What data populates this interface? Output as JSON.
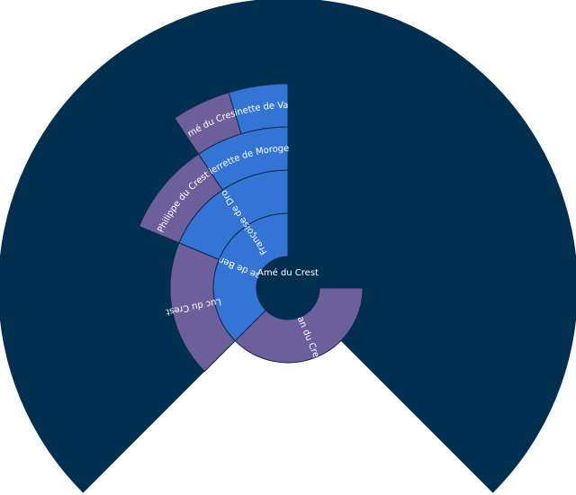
{
  "chart_data": {
    "type": "sunburst",
    "colors": {
      "background": "#012f4f",
      "male": "#6c5f9c",
      "female": "#3374d4",
      "root": "#012f4f"
    },
    "root": {
      "name": "Amé du Crest"
    },
    "rings": [
      [
        {
          "name": "Jean du Crest",
          "sex": "male"
        },
        {
          "name": "Jeanne de Bernault",
          "sex": "female"
        }
      ],
      [
        {
          "name": "Luc du Crest",
          "sex": "male"
        },
        {
          "name": "Françoise de Drompvant",
          "sex": "female"
        }
      ],
      [
        {
          "name": "Philippe du Crest",
          "sex": "male"
        },
        {
          "name": "Pierrette de Moroges",
          "sex": "female"
        }
      ],
      [
        {
          "name": "Amé du Crest",
          "sex": "male"
        },
        {
          "name": "Antoinette de Valette",
          "sex": "female"
        }
      ]
    ]
  }
}
